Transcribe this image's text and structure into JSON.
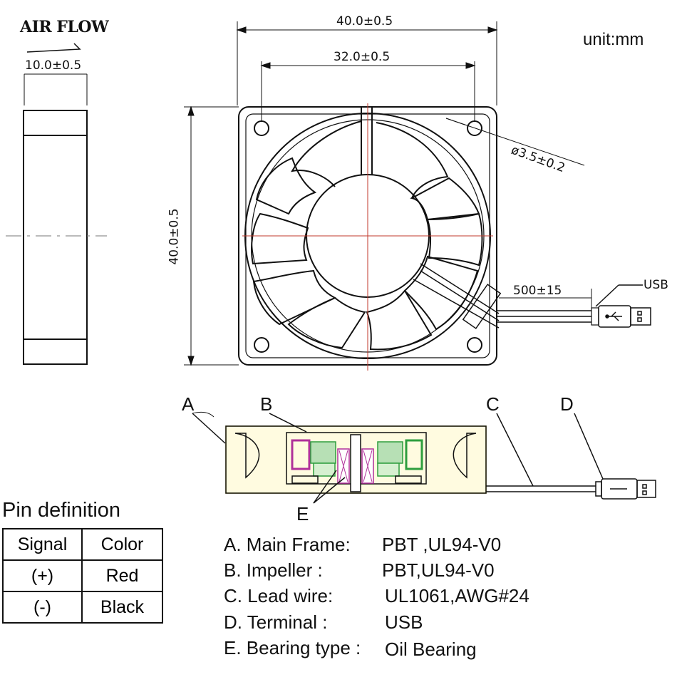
{
  "side_view": {
    "airflow_label": "AIR FLOW",
    "thickness_dim": "10.0±0.5"
  },
  "front_view": {
    "width_outer_dim": "40.0±0.5",
    "hole_pitch_dim": "32.0±0.5",
    "height_dim": "40.0±0.5",
    "hole_diameter_dim": "ø3.5±0.2",
    "cable_length_dim": "500±15",
    "connector_label": "USB",
    "unit_label": "unit:mm"
  },
  "cross_section": {
    "part_letters": [
      "A",
      "B",
      "C",
      "D",
      "E"
    ]
  },
  "pin_definition": {
    "title": "Pin definition",
    "headers": [
      "Signal",
      "Color"
    ],
    "rows": [
      [
        "(+)",
        "Red"
      ],
      [
        "(-)",
        "Black"
      ]
    ]
  },
  "specifications": [
    {
      "key": "A.  Main Frame:",
      "value": "PBT ,UL94-V0"
    },
    {
      "key": "B.  Impeller :",
      "value": "PBT,UL94-V0"
    },
    {
      "key": "C.  Lead wire:",
      "value": "UL1061,AWG#24"
    },
    {
      "key": "D. Terminal :",
      "value": "USB"
    },
    {
      "key": "E.  Bearing type :",
      "value": "Oil Bearing"
    }
  ],
  "colors": {
    "line": "#111111",
    "centerline": "#c0392b",
    "section_yellow": "#e8e07a",
    "section_magenta": "#b0309a",
    "section_green": "#2e9e3e"
  }
}
